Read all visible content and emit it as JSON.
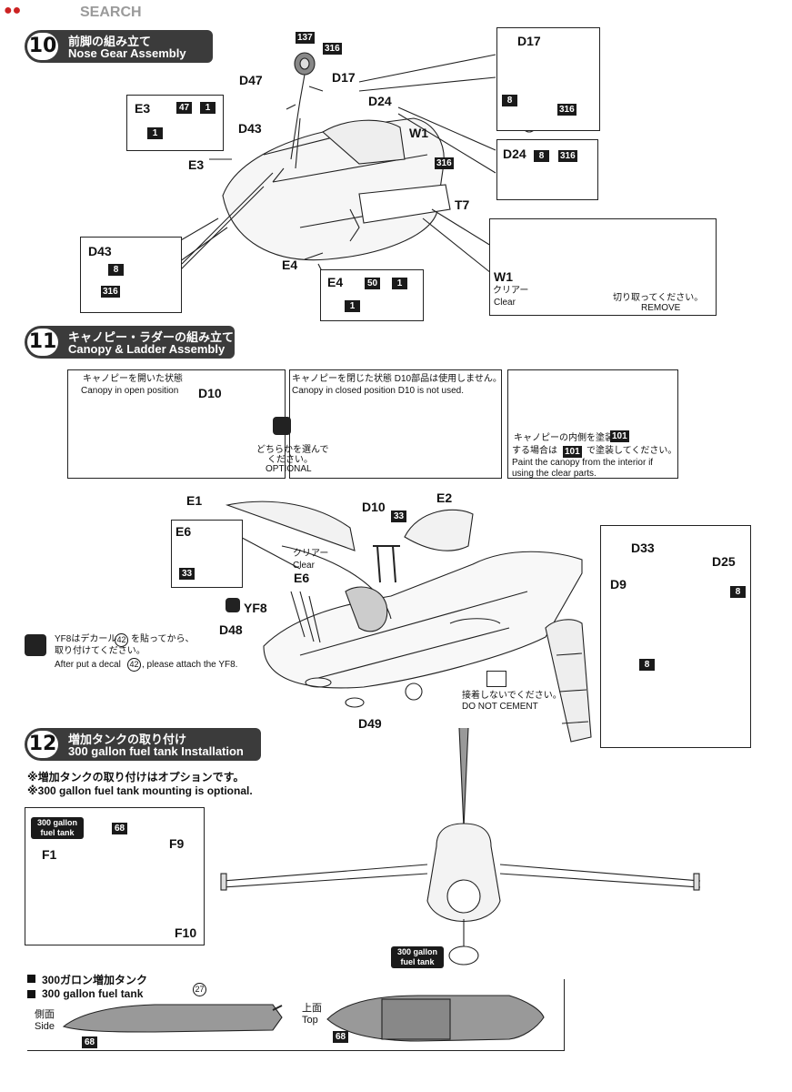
{
  "watermark": {
    "brand": "SEARCH"
  },
  "step10": {
    "num": "10",
    "title_jp": "前脚の組み立て",
    "title_en": "Nose Gear Assembly",
    "labels": {
      "d47": "D47",
      "d17": "D17",
      "d24": "D24",
      "w1": "W1",
      "d43": "D43",
      "e3": "E3",
      "t7": "T7",
      "e4": "E4",
      "n137": "137",
      "n316": "316"
    },
    "e3_box": {
      "label": "E3",
      "c47": "47",
      "c1a": "1",
      "c1b": "1"
    },
    "e4_box": {
      "label": "E4",
      "c50": "50",
      "c1a": "1",
      "c1b": "1"
    },
    "d43_box": {
      "label": "D43",
      "c8": "8",
      "c316": "316"
    },
    "d17_box": {
      "label": "D17",
      "c8": "8",
      "c316": "316"
    },
    "d24_box": {
      "label": "D24",
      "c8": "8",
      "c316": "316"
    },
    "t7_code": "316",
    "w1_box": {
      "label": "W1",
      "clear_jp": "クリアー",
      "clear_en": "Clear",
      "cut_jp": "切り取ってください。",
      "remove": "REMOVE"
    }
  },
  "step11": {
    "num": "11",
    "title_jp": "キャノピー・ラダーの組み立て",
    "title_en": "Canopy & Ladder Assembly",
    "open_jp": "キャノピーを開いた状態",
    "open_en": "Canopy in open position",
    "open_d10": "D10",
    "closed_jp": "キャノピーを閉じた状態  D10部品は使用しません。",
    "closed_en": "Canopy in closed position  D10 is not used.",
    "optional_jp": "どちらかを選んで",
    "optional_en_jp": "ください。",
    "optional_en": "OPTIONAL",
    "paint_jp1": "キャノピーの内側を塗装",
    "paint_code": "101",
    "paint_jp2a": "する場合は",
    "paint_jp2b": "で塗装してください。",
    "paint_en1": "Paint the canopy from the interior if",
    "paint_en2": "using the clear parts.",
    "labels": {
      "e1": "E1",
      "e2": "E2",
      "d10": "D10",
      "c33": "33",
      "e6": "E6",
      "yf8": "YF8",
      "d48": "D48",
      "d49": "D49",
      "clear_jp": "クリアー",
      "clear_en": "Clear"
    },
    "e6_box": {
      "label": "E6",
      "c33": "33"
    },
    "decal_jp1": "YF8はデカール",
    "decal_num": "42",
    "decal_jp1b": "を貼ってから、",
    "decal_jp2": "取り付けてください。",
    "decal_en_a": "After put a decal",
    "decal_en_b": ", please attach the YF8.",
    "dnc_jp": "接着しないでください。",
    "dnc_en": "DO NOT CEMENT",
    "ladder_box": {
      "d33": "D33",
      "d25": "D25",
      "d9": "D9",
      "c8a": "8",
      "c8b": "8"
    }
  },
  "step12": {
    "num": "12",
    "title_jp": "増加タンクの取り付け",
    "title_en": "300 gallon fuel tank  Installation",
    "opt_jp": "※増加タンクの取り付けはオプションです。",
    "opt_en": "※300 gallon fuel tank mounting is optional.",
    "tank_box": {
      "tag1": "300 gallon",
      "tag2": "fuel tank",
      "c68": "68",
      "f1": "F1",
      "f9": "F9",
      "f10": "F10"
    },
    "aircraft_tag1": "300 gallon",
    "aircraft_tag2": "fuel tank",
    "legend_jp": "300ガロン増加タンク",
    "legend_en": "300 gallon fuel tank",
    "side_jp": "側面",
    "side_en": "Side",
    "top_jp": "上面",
    "top_en": "Top",
    "c27": "27",
    "c68a": "68",
    "c68b": "68"
  }
}
